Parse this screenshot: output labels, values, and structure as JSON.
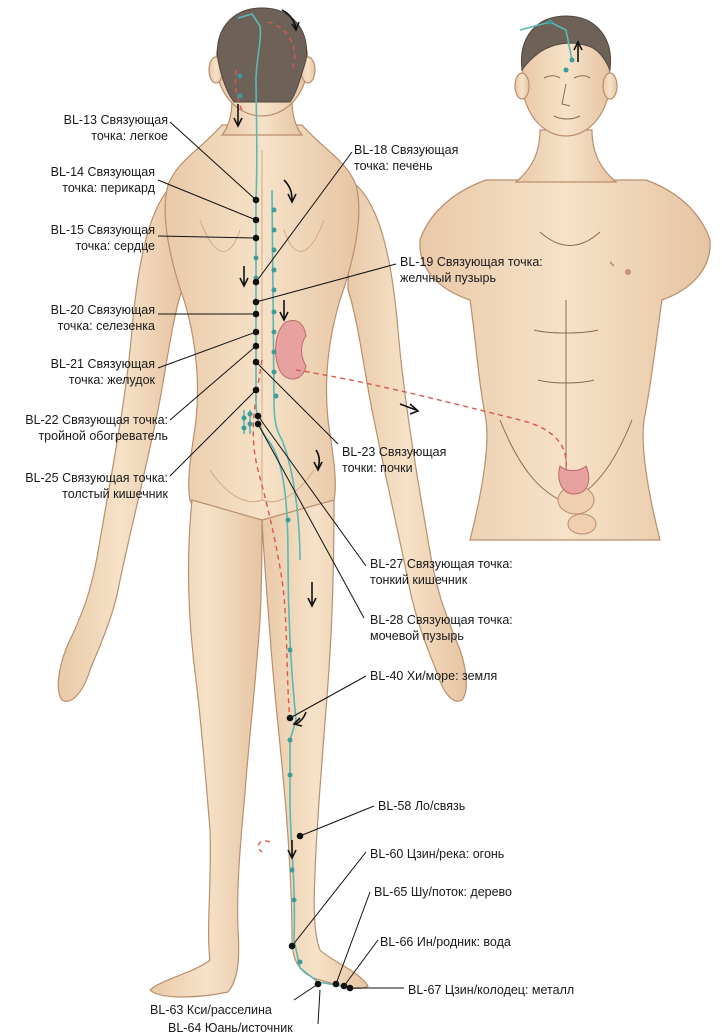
{
  "left_labels": [
    {
      "id": "bl13",
      "l1": "BL-13 Связующая",
      "l2": "точка: легкое"
    },
    {
      "id": "bl14",
      "l1": "BL-14 Связующая",
      "l2": "точка: перикард"
    },
    {
      "id": "bl15",
      "l1": "BL-15 Связующая",
      "l2": "точка: сердце"
    },
    {
      "id": "bl20",
      "l1": "BL-20 Связующая",
      "l2": "точка: селезенка"
    },
    {
      "id": "bl21",
      "l1": "BL-21 Связующая",
      "l2": "точка: желудок"
    },
    {
      "id": "bl22",
      "l1": "BL-22 Связующая точка:",
      "l2": "тройной обогреватель"
    },
    {
      "id": "bl25",
      "l1": "BL-25 Связующая точка:",
      "l2": "толстый кишечник"
    }
  ],
  "right_labels": [
    {
      "id": "bl18",
      "l1": "BL-18 Связующая",
      "l2": "точка: печень"
    },
    {
      "id": "bl19",
      "l1": "BL-19 Связующая точка:",
      "l2": "желчный пузырь"
    },
    {
      "id": "bl23",
      "l1": "BL-23 Связующая",
      "l2": "точки: почки"
    },
    {
      "id": "bl27",
      "l1": "BL-27 Связующая точка:",
      "l2": "тонкий кишечник"
    },
    {
      "id": "bl28",
      "l1": "BL-28 Связующая точка:",
      "l2": "мочевой пузырь"
    },
    {
      "id": "bl40",
      "l1": "BL-40 Хи/море: земля"
    },
    {
      "id": "bl58",
      "l1": "BL-58 Ло/связь"
    },
    {
      "id": "bl60",
      "l1": "BL-60 Цзин/река: огонь"
    },
    {
      "id": "bl65",
      "l1": "BL-65 Шу/поток: дерево"
    },
    {
      "id": "bl66",
      "l1": "BL-66 Ин/родник: вода"
    },
    {
      "id": "bl67",
      "l1": "BL-67 Цзин/колодец: металл"
    }
  ],
  "bottom_labels": [
    {
      "id": "bl63",
      "l1": "BL-63 Кси/расселина"
    },
    {
      "id": "bl64",
      "l1": "BL-64 Юань/источник"
    }
  ],
  "colors": {
    "skin": "#f3dcc0",
    "skin_shadow": "#e2bf9c",
    "outline": "#b98f6e",
    "hair": "#6e6258",
    "meridian": "#5bb8b4",
    "point": "#3d9c99",
    "dashed": "#d8584c",
    "leader": "#111111",
    "organ": "#e7a2a0"
  }
}
